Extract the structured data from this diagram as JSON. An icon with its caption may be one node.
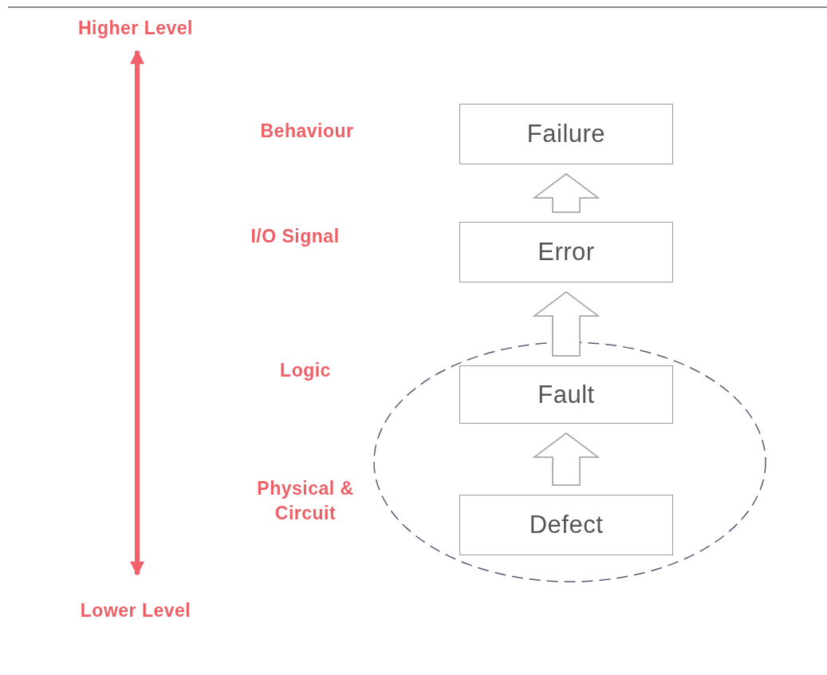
{
  "diagram": {
    "nodes": [
      {
        "text": [
          "Failure"
        ]
      },
      {
        "text": [
          "Error"
        ]
      },
      {
        "text": [],
        "shape": "ellipse"
      },
      {
        "text": [
          "Fault"
        ],
        "in": 2
      },
      {
        "text": [
          "Defect"
        ],
        "in": 2
      }
    ],
    "edges": [
      {
        "from": 1,
        "to": 0,
        "arrow": "to"
      },
      {
        "from": 3,
        "to": 1,
        "arrow": "to"
      },
      {
        "from": 4,
        "to": 3,
        "arrow": "to"
      }
    ],
    "labels": [
      "Higher Level",
      "Behaviour",
      "I/O Signal",
      "Logic",
      "Physical & Circuit",
      "Lower Level"
    ]
  }
}
